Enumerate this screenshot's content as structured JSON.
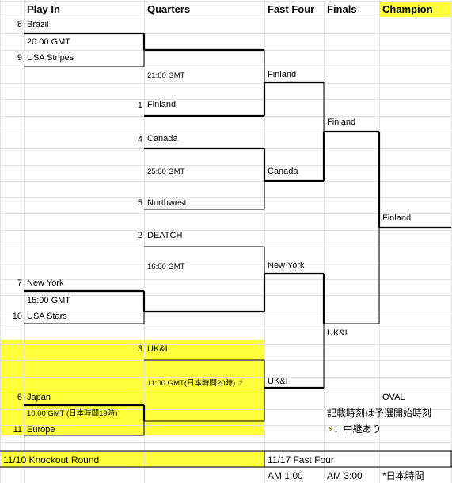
{
  "headers": {
    "play_in": "Play In",
    "quarters": "Quarters",
    "fast_four": "Fast Four",
    "finals": "Finals",
    "champion": "Champion"
  },
  "play_in": {
    "m1_seed_a": "8",
    "m1_team_a": "Brazil",
    "m1_time": "20:00 GMT",
    "m1_seed_b": "9",
    "m1_team_b": "USA Stripes",
    "m2_seed_a": "7",
    "m2_team_a": "New York",
    "m2_time": "15:00 GMT",
    "m2_seed_b": "10",
    "m2_team_b": "USA Stars",
    "m3_seed_a": "6",
    "m3_team_a": "Japan",
    "m3_time": "10:00 GMT (日本時間19時)",
    "m3_seed_b": "11",
    "m3_team_b": "Europe"
  },
  "quarters": {
    "q1_time": "21:00 GMT",
    "q1_seed": "1",
    "q1_team": "Finland",
    "q2_seed": "4",
    "q2_team": "Canada",
    "q2_time": "25:00 GMT",
    "q2_seed_b": "5",
    "q2_team_b": "Northwest",
    "q3_seed": "2",
    "q3_team": "DEATCH",
    "q3_time": "16:00 GMT",
    "q4_seed": "3",
    "q4_team": "UK&I",
    "q4_time": "11:00 GMT(日本時間20時)",
    "q4_stream_icon": "lightning-icon"
  },
  "fast_four": {
    "f1": "Finland",
    "f2": "Canada",
    "f3": "New York",
    "f4": "UK&I"
  },
  "finals": {
    "a": "Finland",
    "b": "UK&I"
  },
  "champion": {
    "name": "Finland",
    "oval": "OVAL"
  },
  "notes": {
    "start_time_note": "記載時刻は予選開始時刻",
    "stream_note": "：中継あり",
    "stream_icon": "lightning-icon"
  },
  "footer": {
    "knockout": "11/10 Knockout Round",
    "fast_four_date": "11/17 Fast Four",
    "am1": "AM 1:00",
    "am3": "AM 3:00",
    "jst": "*日本時間"
  },
  "colors": {
    "highlight": "#ffff3c",
    "grid": "#e2e2e2",
    "line": "#000000"
  }
}
